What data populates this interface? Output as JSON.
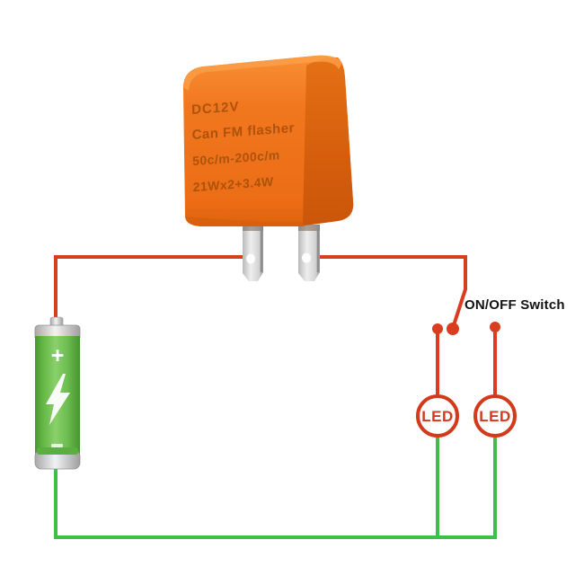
{
  "diagram": {
    "kind": "led-flasher-wiring-diagram",
    "relay": {
      "label_lines": [
        "DC12V",
        "Can FM flasher",
        "50c/m-200c/m",
        "21Wx2+3.4W"
      ]
    },
    "switch_label": "ON/OFF Switch",
    "battery": {
      "positive_symbol": "+"
    },
    "leds": [
      {
        "label": "LED"
      },
      {
        "label": "LED"
      }
    ],
    "colors": {
      "positive_wire": "#d93c1e",
      "ground_wire": "#3fbf47",
      "relay_body": "#f0771f",
      "relay_side": "#d96210",
      "battery_body": "#66bb4a",
      "led_outline": "#d23a1c",
      "switch_text": "#121212",
      "terminal_metal": "#d9d9d9"
    }
  }
}
